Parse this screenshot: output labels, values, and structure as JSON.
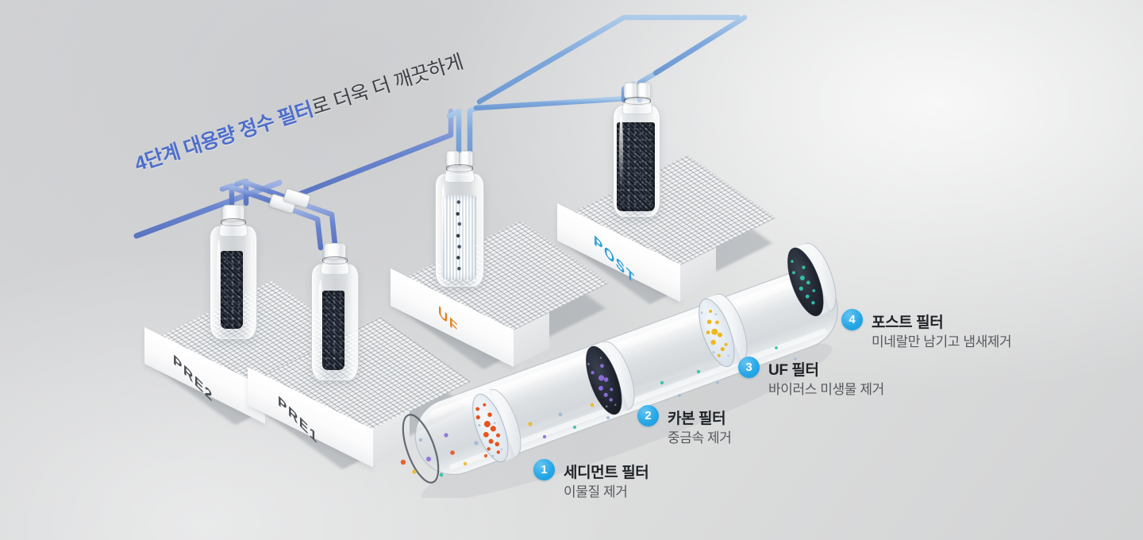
{
  "headline": {
    "accent": "4단계 대용량 정수 필터",
    "rest": "로 더욱 더 깨끗하게",
    "accent_color": "#4d6ecb",
    "rest_color": "#3e4246"
  },
  "stages": [
    {
      "code": "PRE2",
      "label": "PRE2",
      "label_color": "#4a4e52",
      "media": "carbon-granule-dark"
    },
    {
      "code": "PRE1",
      "label": "PRE1",
      "label_color": "#4a4e52",
      "media": "carbon-granule-dark"
    },
    {
      "code": "UF",
      "label": "UF",
      "label_color": "#e08426",
      "media": "hollow-fiber-membrane"
    },
    {
      "code": "POST",
      "label": "POST",
      "label_color": "#2a9ed6",
      "media": "carbon-granule-dark"
    }
  ],
  "legend": {
    "badge_color": "#27a8e6",
    "items": [
      {
        "number": "1",
        "title": "세디먼트 필터",
        "subtitle": "이물질 제거",
        "disc_color": "#e8541f"
      },
      {
        "number": "2",
        "title": "카본 필터",
        "subtitle": "중금속 제거",
        "disc_color": "#8a6bd6"
      },
      {
        "number": "3",
        "title": "UF 필터",
        "subtitle": "바이러스 미생물 제거",
        "disc_color": "#f0b71e"
      },
      {
        "number": "4",
        "title": "포스트 필터",
        "subtitle": "미네랄만 남기고 냄새제거",
        "disc_color": "#2fbfa6"
      }
    ]
  },
  "colors": {
    "background": "#d6d7d8",
    "tube_blue_dark": "#6b86cf",
    "tube_blue_light": "#7fa9dd",
    "fitting_white": "#fafbfc",
    "glass_tube": "#e8ebee"
  }
}
